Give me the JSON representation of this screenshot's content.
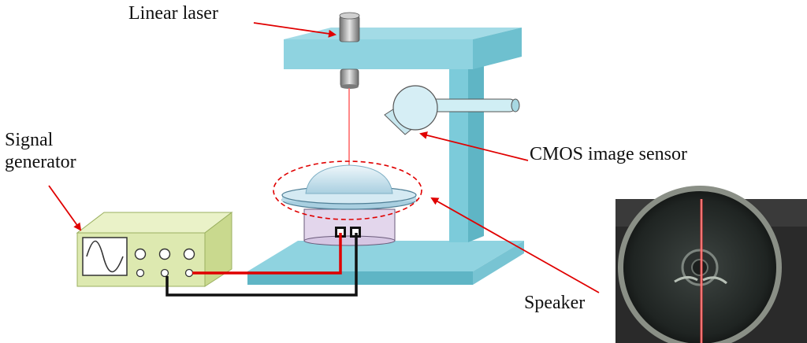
{
  "labels": {
    "linear_laser": "Linear laser",
    "signal_generator_line1": "Signal",
    "signal_generator_line2": "generator",
    "cmos_sensor": "CMOS image sensor",
    "speaker": "Speaker"
  },
  "colors": {
    "frame": "#8fd3e0",
    "frame_dark": "#5fb5c5",
    "generator_body": "#dde9b0",
    "generator_edge": "#9bb060",
    "speaker_base": "#e3d6ec",
    "laser_beam": "#ff6b6b",
    "arrow": "#e00000",
    "wire_red": "#e00000",
    "wire_black": "#111111"
  },
  "icons": {
    "laser": "laser-emitter-icon",
    "camera": "camera-sensor-icon",
    "generator": "signal-generator-icon",
    "speaker": "speaker-icon"
  }
}
